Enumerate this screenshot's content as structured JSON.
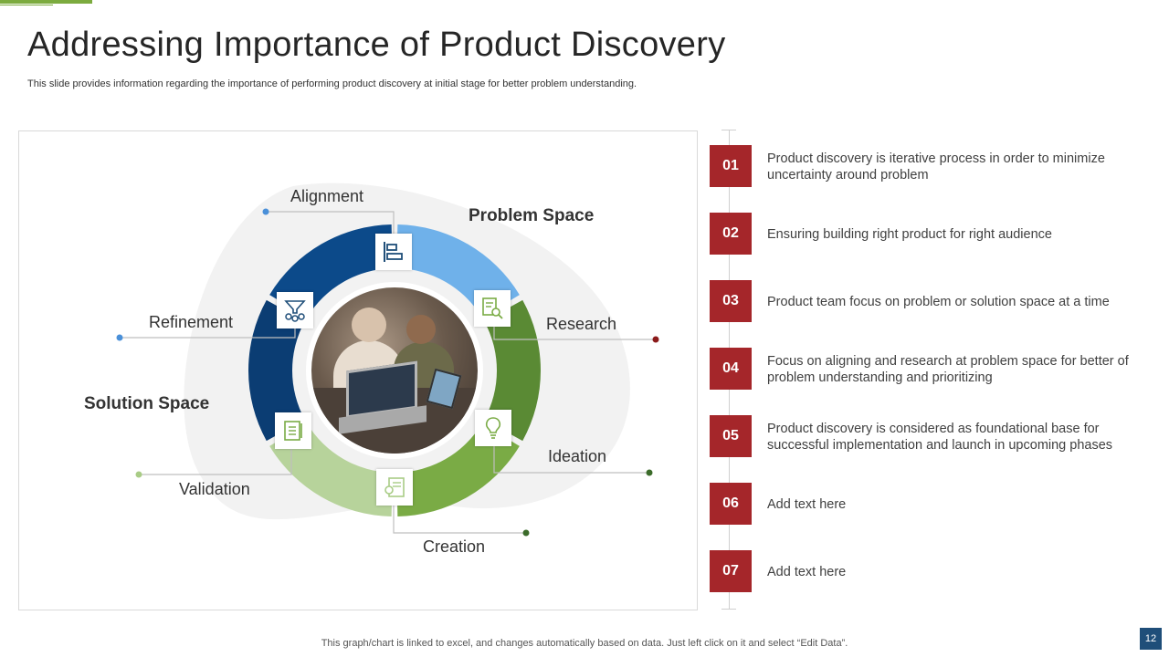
{
  "title": "Addressing Importance of Product Discovery",
  "subtitle": "This slide provides information regarding the importance of performing product discovery at initial stage for better problem understanding.",
  "diagram": {
    "labels": {
      "alignment": "Alignment",
      "research": "Research",
      "ideation": "Ideation",
      "creation": "Creation",
      "validation": "Validation",
      "refinement": "Refinement"
    },
    "spaces": {
      "problem": "Problem Space",
      "solution": "Solution Space"
    },
    "colors": {
      "light_blue": "#6fb1ea",
      "mid_blue": "#0c4a8a",
      "dark_blue": "#0b3d73",
      "dark_green": "#5a8a34",
      "mid_green": "#7aab45",
      "light_green": "#b7d39b",
      "dot_blue": "#4a90d9",
      "dot_red": "#8b1a1a",
      "dot_green": "#3b6b2a",
      "dot_light_green": "#a9cc86"
    }
  },
  "list": [
    {
      "num": "01",
      "text": "Product discovery is iterative process in order to minimize uncertainty around problem"
    },
    {
      "num": "02",
      "text": "Ensuring building right product for right audience"
    },
    {
      "num": "03",
      "text": "Product team focus on problem or solution space at a time"
    },
    {
      "num": "04",
      "text": "Focus on aligning and research at problem space for better of problem understanding and prioritizing"
    },
    {
      "num": "05",
      "text": "Product discovery is considered as foundational base for successful implementation and launch in upcoming phases"
    },
    {
      "num": "06",
      "text": "Add text here"
    },
    {
      "num": "07",
      "text": "Add text here"
    }
  ],
  "footer": "This graph/chart is linked to excel, and changes automatically based on data. Just left click on it and select “Edit Data”.",
  "page_number": "12",
  "accent_color": "#a5262a"
}
